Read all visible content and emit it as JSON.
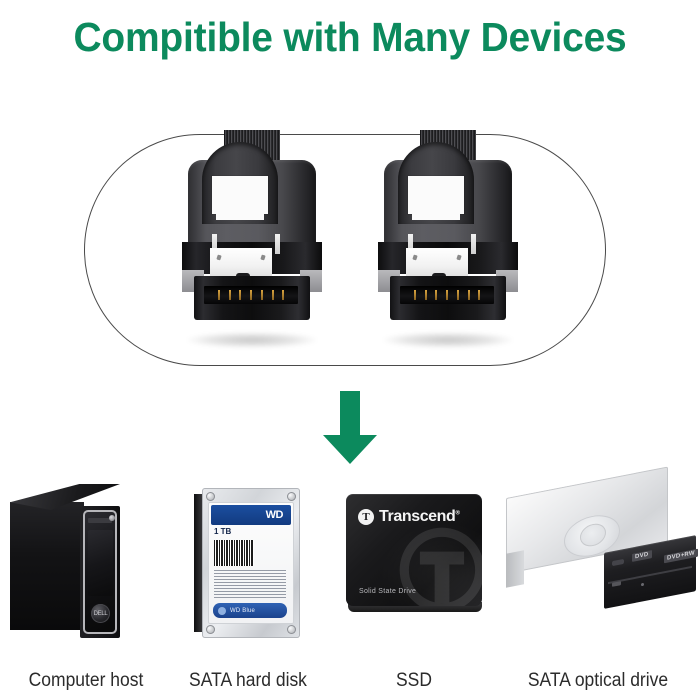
{
  "page": {
    "background_color": "#ffffff",
    "accent_green": "#0c8a5d",
    "label_color": "#2b2b2b"
  },
  "title": {
    "text": "Compitible with Many Devices"
  },
  "hero": {
    "frame_shape": "rounded-oval-outline",
    "connectors": [
      {
        "name": "sata-connector-left",
        "type": "SATA 7-pin data connector",
        "pin_count": 7
      },
      {
        "name": "sata-connector-right",
        "type": "SATA 7-pin data connector",
        "pin_count": 7
      }
    ]
  },
  "arrow": {
    "direction": "down",
    "color": "#0c8a5d"
  },
  "devices": [
    {
      "id": "computer-host",
      "label": "Computer host",
      "brand": "DELL",
      "art": "black-desktop-tower"
    },
    {
      "id": "sata-hard-disk",
      "label": "SATA hard disk",
      "brand": "WD",
      "capacity": "1 TB",
      "badge": "WD Blue",
      "art": "3.5-inch-hard-drive"
    },
    {
      "id": "ssd",
      "label": "SSD",
      "brand": "Transcend",
      "brand_suffix": "®",
      "sub_text": "Solid State Drive",
      "logo_letter": "T",
      "art": "2.5-inch-solid-state-drive"
    },
    {
      "id": "sata-optical-drive",
      "label": "SATA optical drive",
      "bezel_badges": [
        "DVD",
        "DVD+RW"
      ],
      "art": "5.25-inch-dvd-drive"
    }
  ]
}
